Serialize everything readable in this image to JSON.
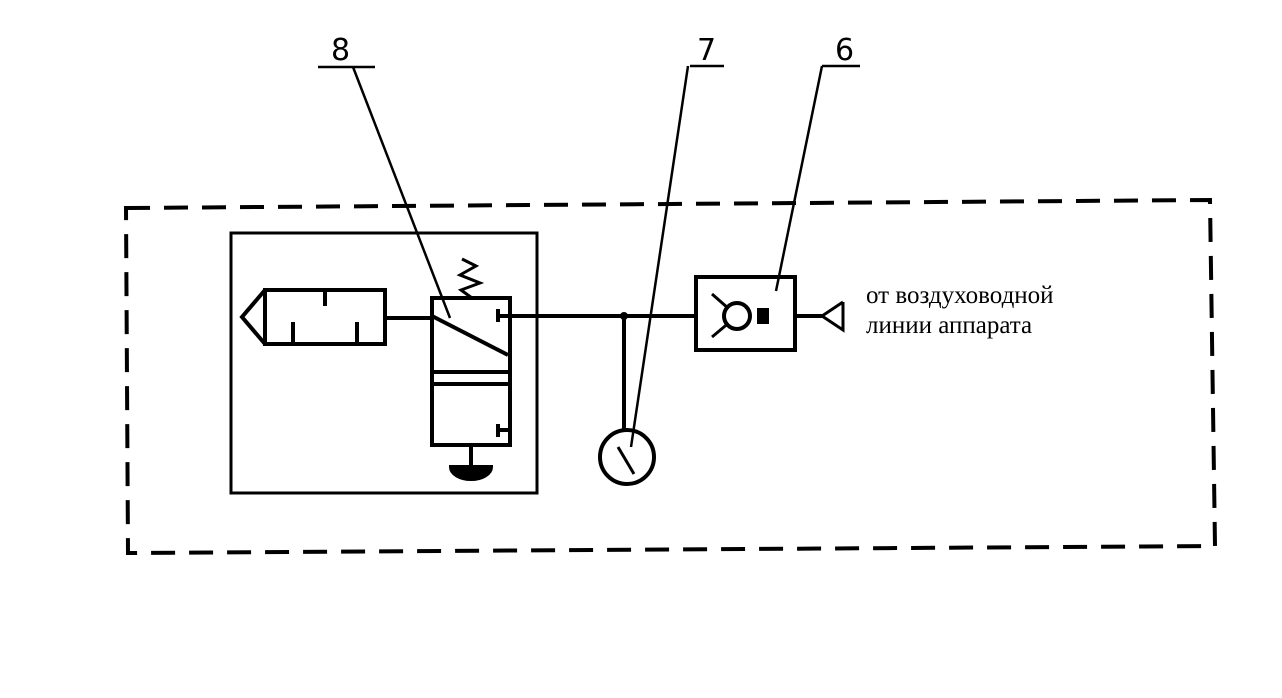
{
  "labels": {
    "item_8": "8",
    "item_7": "7",
    "item_6": "6"
  },
  "note": {
    "line1": "от воздуховодной",
    "line2": "линии аппарата"
  }
}
